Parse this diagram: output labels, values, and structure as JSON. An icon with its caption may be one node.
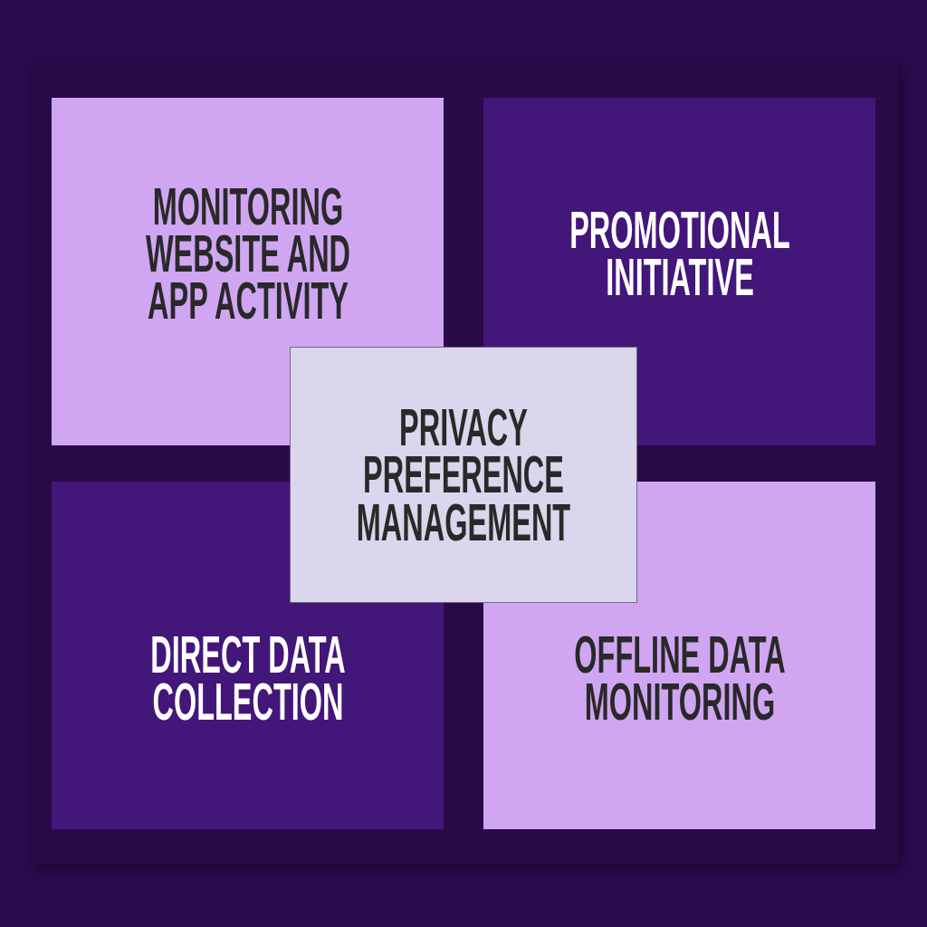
{
  "diagram": {
    "nodes": [
      {
        "text": [
          "MONITORING WEBSITE AND APP ACTIVITY"
        ]
      },
      {
        "text": [
          "PROMOTIONAL INITIATIVE"
        ]
      },
      {
        "text": [
          "PRIVACY PREFERENCE MANAGEMENT"
        ]
      },
      {
        "text": [
          "DIRECT DATA COLLECTION"
        ]
      },
      {
        "text": [
          "OFFLINE DATA MONITORING"
        ]
      }
    ]
  }
}
